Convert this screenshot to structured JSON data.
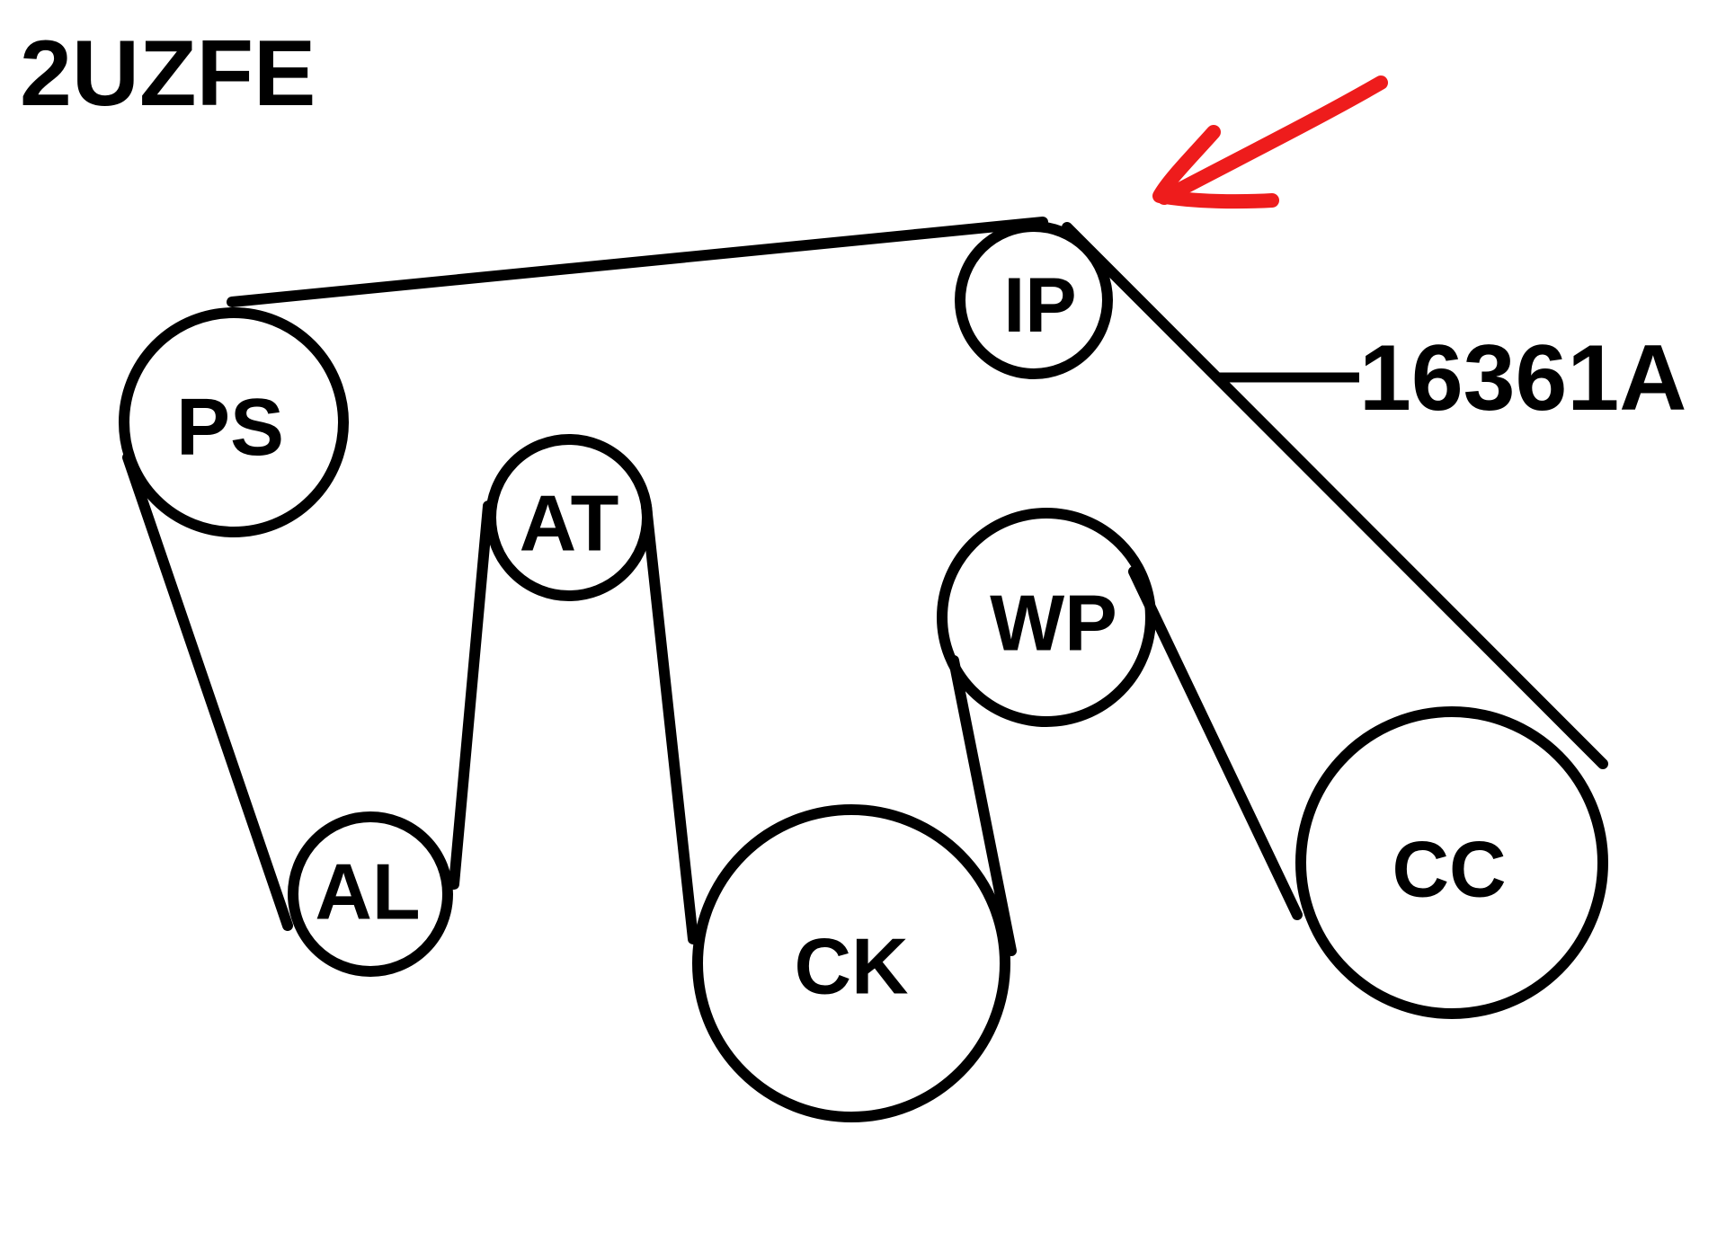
{
  "title": "2UZFE",
  "part_number": "16361A",
  "pulleys": {
    "ps": "PS",
    "ip": "IP",
    "at": "AT",
    "al": "AL",
    "wp": "WP",
    "ck": "CK",
    "cc": "CC"
  },
  "colors": {
    "ink": "#000000",
    "arrow": "#ee1c1c"
  }
}
